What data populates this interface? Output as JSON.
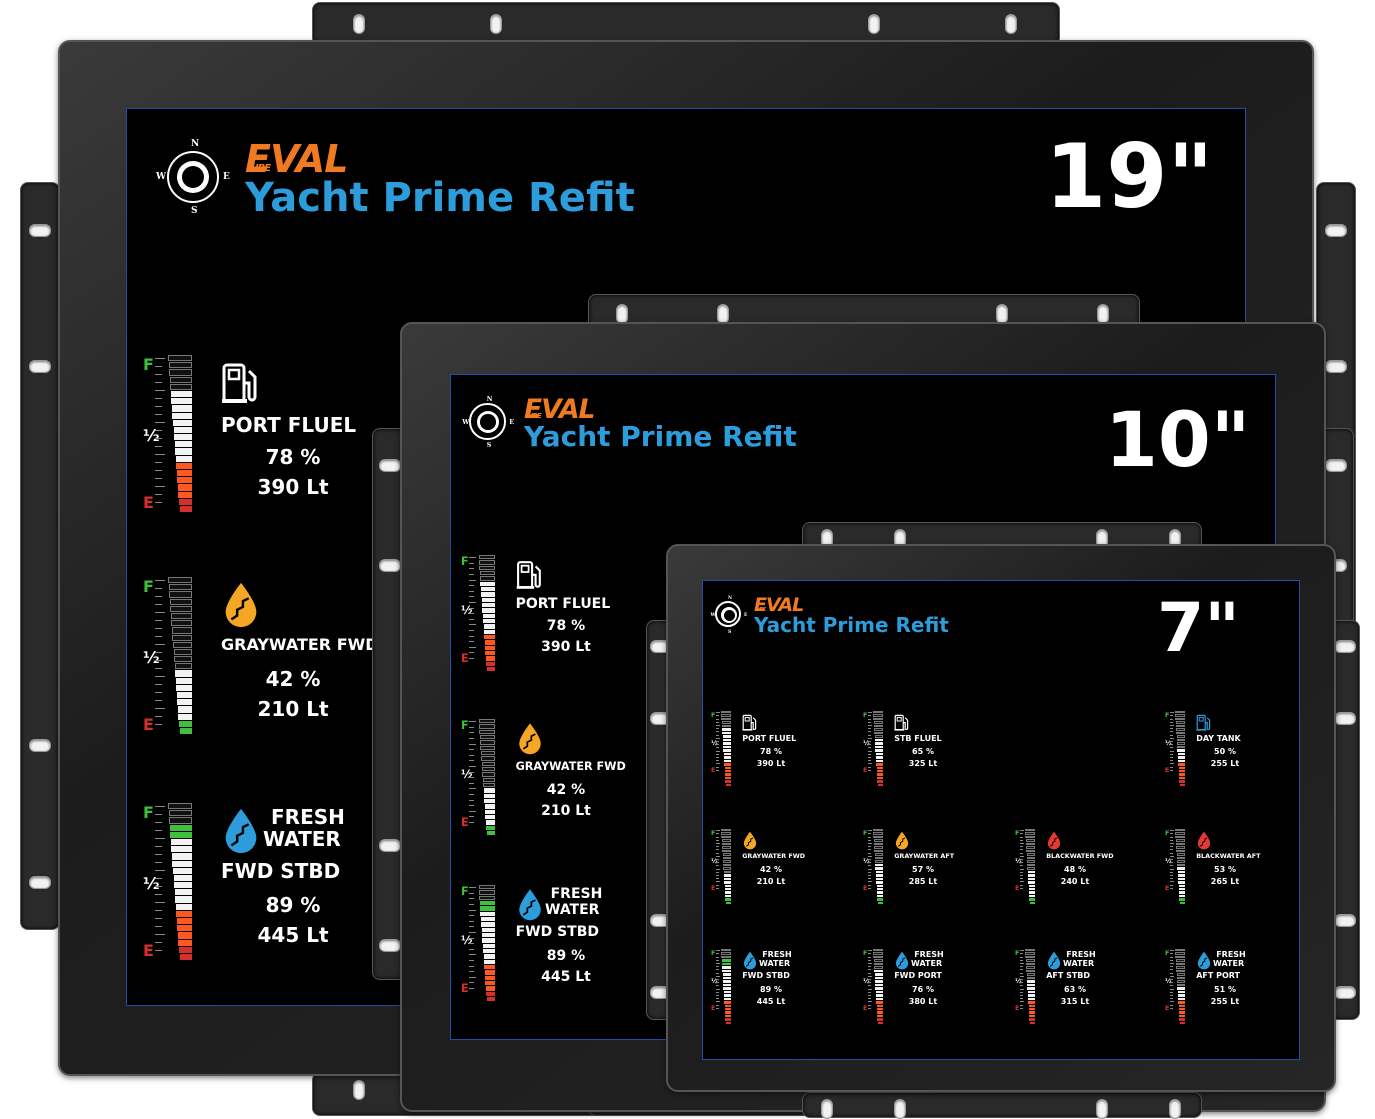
{
  "title": "Yacht Prime Refit",
  "brand": "EVAL",
  "brand_small": "IRE",
  "compass": [
    "N",
    "E",
    "S",
    "W"
  ],
  "scale": {
    "full": "F",
    "half": "½",
    "empty": "E"
  },
  "colors": {
    "title": "#2d9cdb",
    "brand": "#f07a22",
    "fuel_icon": "#ffffff",
    "gray_icon": "#f5a623",
    "fresh_icon": "#2d9cdb",
    "black_icon": "#e53935"
  },
  "screens": [
    {
      "size": "19\"",
      "tanks": [
        {
          "name1": "PORT FLUEL",
          "name2": "",
          "pct": "78 %",
          "liters": "390 Lt",
          "level": 0.78,
          "icon": "fuel-icon",
          "kind": "fuel"
        },
        {
          "name1": "GRAYWATER FWD",
          "name2": "",
          "pct": "42 %",
          "liters": "210 Lt",
          "level": 0.42,
          "icon": "graywater-drop-icon",
          "kind": "gray"
        },
        {
          "name1": "FRESH",
          "name2": "WATER",
          "name3": "FWD STBD",
          "pct": "89 %",
          "liters": "445 Lt",
          "level": 0.89,
          "icon": "freshwater-drop-icon",
          "kind": "fresh"
        }
      ]
    },
    {
      "size": "10\"",
      "tanks": [
        {
          "name1": "PORT FLUEL",
          "name2": "",
          "pct": "78 %",
          "liters": "390 Lt",
          "level": 0.78,
          "icon": "fuel-icon",
          "kind": "fuel"
        },
        {
          "name1": "GRAYWATER FWD",
          "name2": "",
          "pct": "42 %",
          "liters": "210 Lt",
          "level": 0.42,
          "icon": "graywater-drop-icon",
          "kind": "gray"
        },
        {
          "name1": "FRESH",
          "name2": "WATER",
          "name3": "FWD STBD",
          "pct": "89 %",
          "liters": "445 Lt",
          "level": 0.89,
          "icon": "freshwater-drop-icon",
          "kind": "fresh"
        }
      ]
    },
    {
      "size": "7\"",
      "tanks": [
        {
          "name1": "PORT FLUEL",
          "name3": "",
          "pct": "78 %",
          "liters": "390 Lt",
          "level": 0.78,
          "icon": "fuel-icon",
          "kind": "fuel"
        },
        {
          "name1": "STB FLUEL",
          "name3": "",
          "pct": "65 %",
          "liters": "325 Lt",
          "level": 0.65,
          "icon": "fuel-icon",
          "kind": "fuel"
        },
        {
          "name1": "DAY TANK",
          "name3": "",
          "pct": "50 %",
          "liters": "255 Lt",
          "level": 0.5,
          "icon": "fuel-icon-blue",
          "kind": "day"
        },
        {
          "name1": "GRAYWATER FWD",
          "name3": "",
          "pct": "42 %",
          "liters": "210 Lt",
          "level": 0.42,
          "icon": "graywater-drop-icon",
          "kind": "gray"
        },
        {
          "name1": "GRAYWATER AFT",
          "name3": "",
          "pct": "57 %",
          "liters": "285 Lt",
          "level": 0.57,
          "icon": "graywater-drop-icon",
          "kind": "gray"
        },
        {
          "name1": "BLACKWATER FWD",
          "name3": "",
          "pct": "48 %",
          "liters": "240 Lt",
          "level": 0.48,
          "icon": "blackwater-drop-icon",
          "kind": "black"
        },
        {
          "name1": "BLACKWATER AFT",
          "name3": "",
          "pct": "53 %",
          "liters": "265 Lt",
          "level": 0.53,
          "icon": "blackwater-drop-icon",
          "kind": "black"
        },
        {
          "name1": "FRESH",
          "name2": "WATER",
          "name3": "FWD STBD",
          "pct": "89 %",
          "liters": "445 Lt",
          "level": 0.89,
          "icon": "freshwater-drop-icon",
          "kind": "fresh"
        },
        {
          "name1": "FRESH",
          "name2": "WATER",
          "name3": "FWD PORT",
          "pct": "76 %",
          "liters": "380 Lt",
          "level": 0.76,
          "icon": "freshwater-drop-icon",
          "kind": "fresh"
        },
        {
          "name1": "FRESH",
          "name2": "WATER",
          "name3": "AFT STBD",
          "pct": "63 %",
          "liters": "315 Lt",
          "level": 0.63,
          "icon": "freshwater-drop-icon",
          "kind": "fresh"
        },
        {
          "name1": "FRESH",
          "name2": "WATER",
          "name3": "AFT PORT",
          "pct": "51 %",
          "liters": "255 Lt",
          "level": 0.51,
          "icon": "freshwater-drop-icon",
          "kind": "fresh"
        }
      ]
    }
  ]
}
